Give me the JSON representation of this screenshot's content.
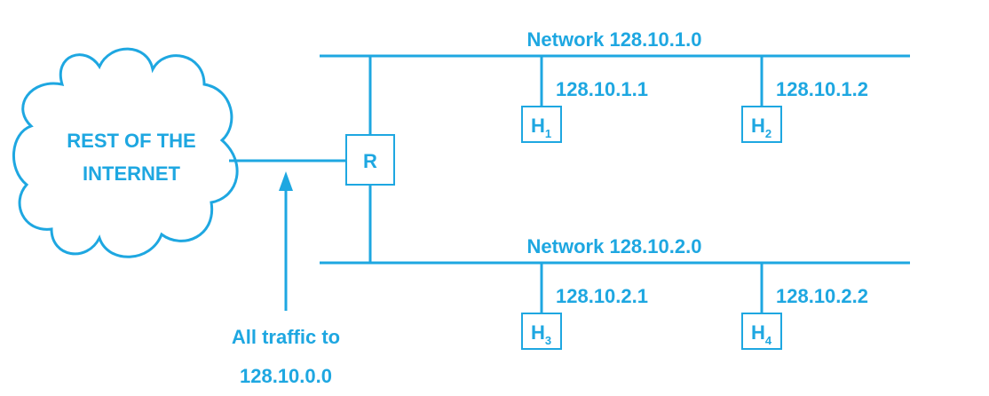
{
  "colors": {
    "accent": "#1ea7e1",
    "background": "#ffffff"
  },
  "cloud": {
    "line1": "REST OF THE",
    "line2": "INTERNET"
  },
  "router": {
    "label": "R"
  },
  "networks": [
    {
      "label": "Network 128.10.1.0"
    },
    {
      "label": "Network 128.10.2.0"
    }
  ],
  "hosts": [
    {
      "name": "H",
      "sub": "1",
      "ip": "128.10.1.1"
    },
    {
      "name": "H",
      "sub": "2",
      "ip": "128.10.1.2"
    },
    {
      "name": "H",
      "sub": "3",
      "ip": "128.10.2.1"
    },
    {
      "name": "H",
      "sub": "4",
      "ip": "128.10.2.2"
    }
  ],
  "traffic": {
    "line1": "All traffic to",
    "line2": "128.10.0.0"
  }
}
